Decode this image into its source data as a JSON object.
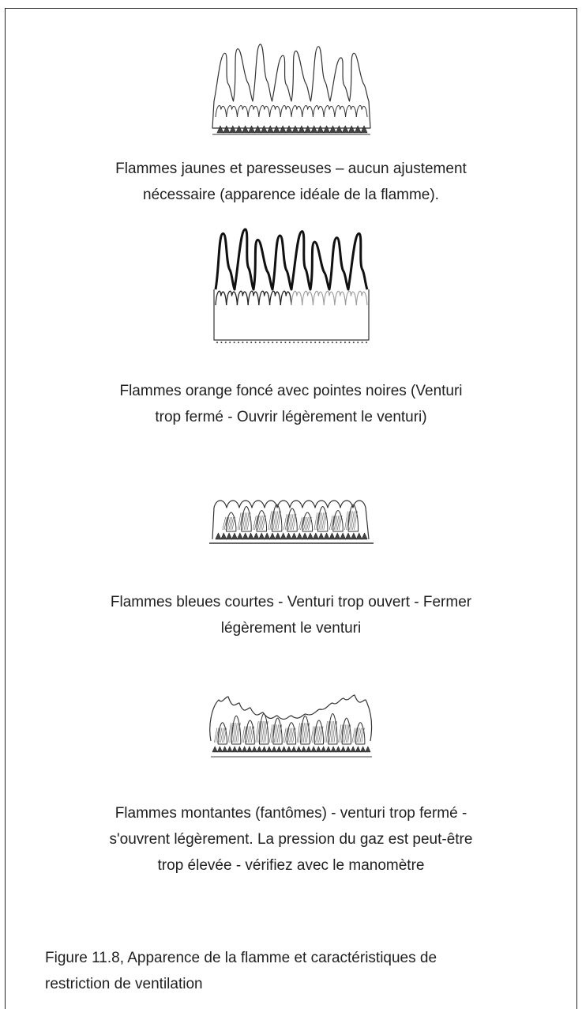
{
  "flames": [
    {
      "icon": "lazy-yellow-flames",
      "caption_lines": [
        "Flammes jaunes et paresseuses – aucun ajustement",
        "nécessaire (apparence idéale de la flamme)."
      ]
    },
    {
      "icon": "dark-orange-black-tipped-flames",
      "caption_lines": [
        "Flammes orange foncé avec pointes noires (Venturi",
        "trop fermé - Ouvrir légèrement le venturi)"
      ]
    },
    {
      "icon": "short-blue-flames",
      "caption_lines": [
        "Flammes bleues courtes - Venturi trop ouvert - Fermer",
        "légèrement le venturi"
      ]
    },
    {
      "icon": "lifting-ghost-flames",
      "caption_lines": [
        "Flammes montantes (fantômes) - venturi trop fermé -",
        "s'ouvrent légèrement. La pression du gaz est peut-être",
        "trop élevée - vérifiez avec le manomètre"
      ]
    }
  ],
  "figure_caption_lines": [
    "Figure 11.8, Apparence de la flamme et caractéristiques de",
    "restriction de ventilation"
  ]
}
